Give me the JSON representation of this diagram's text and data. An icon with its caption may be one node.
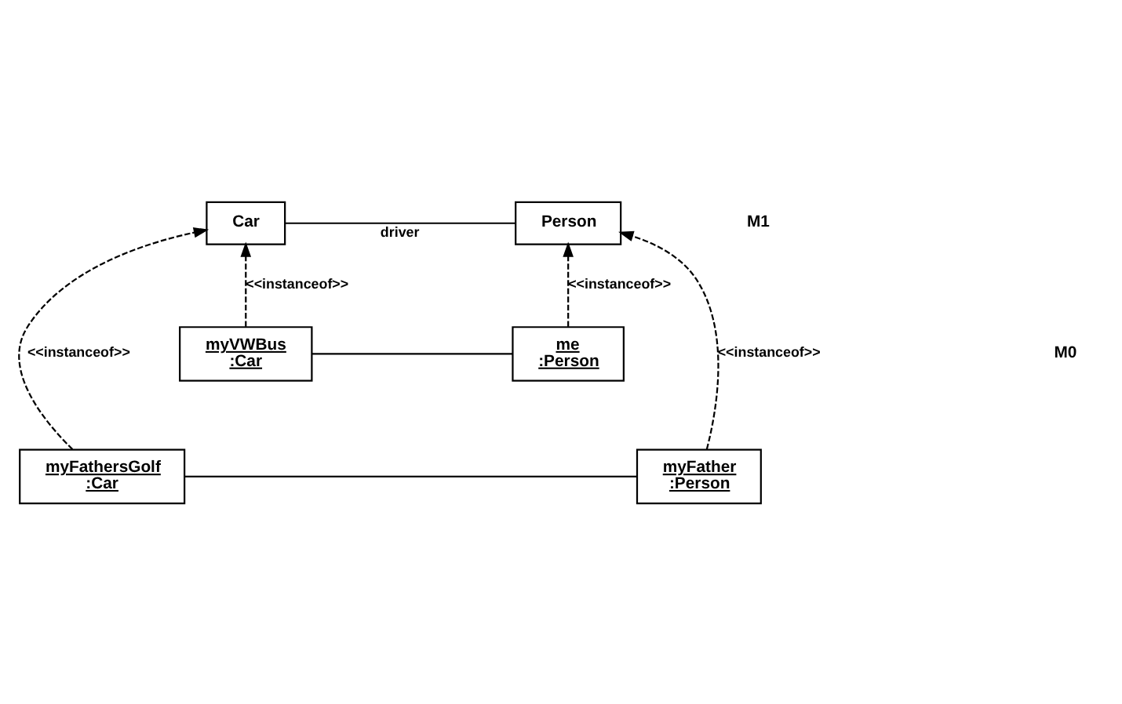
{
  "diagram": {
    "nodes": [
      {
        "text": [
          "Car"
        ]
      },
      {
        "text": [
          "Person"
        ]
      },
      {
        "text": [
          "myVWBus",
          ":Car"
        ]
      },
      {
        "text": [
          "me",
          ":Person"
        ]
      },
      {
        "text": [
          "myFathersGolf",
          ":Car"
        ]
      },
      {
        "text": [
          "myFather",
          ":Person"
        ]
      }
    ],
    "edges": [
      {
        "from": 0,
        "to": 1,
        "arrow": "none",
        "label": "driver"
      },
      {
        "from": 2,
        "to": 0,
        "arrow": "to",
        "style": "dashed",
        "label": "<<instanceof>>"
      },
      {
        "from": 4,
        "to": 0,
        "arrow": "to",
        "style": "dashed",
        "label": "<<instanceof>>"
      },
      {
        "from": 3,
        "to": 1,
        "arrow": "to",
        "style": "dashed",
        "label": "<<instanceof>>"
      },
      {
        "from": 5,
        "to": 1,
        "arrow": "to",
        "style": "dashed",
        "label": "<<instanceof>>"
      },
      {
        "from": 2,
        "to": 3,
        "arrow": "none"
      },
      {
        "from": 4,
        "to": 5,
        "arrow": "none"
      }
    ],
    "labels": [
      "M1",
      "M0"
    ]
  }
}
